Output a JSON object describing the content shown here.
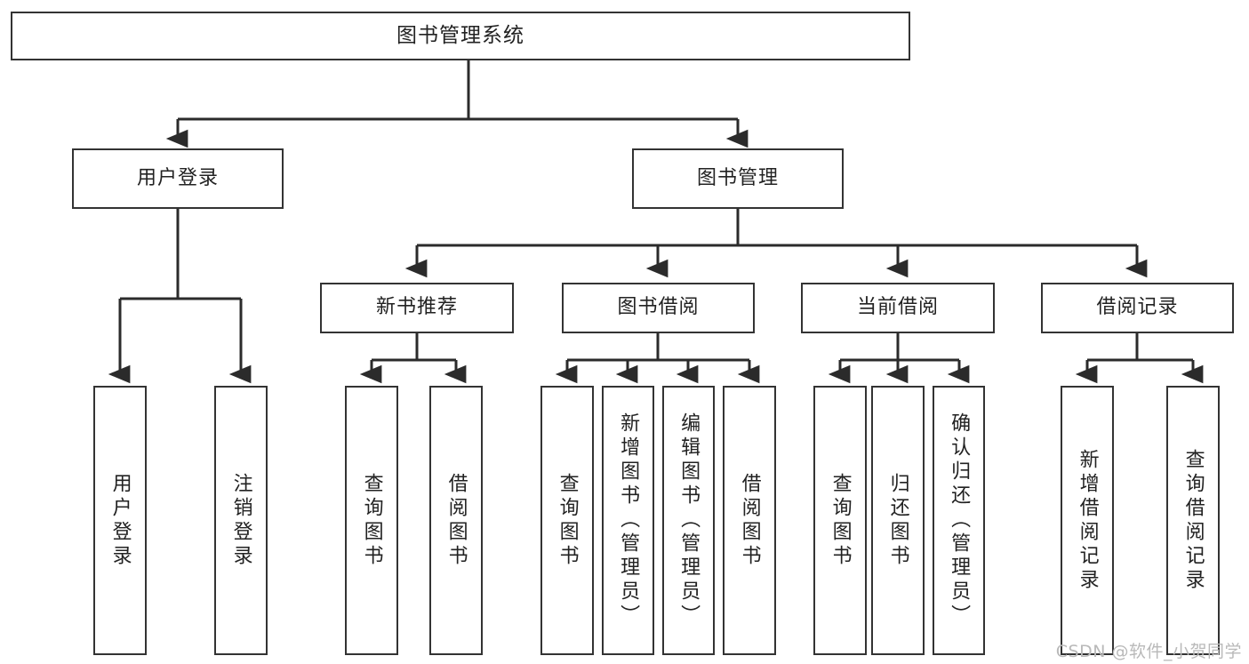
{
  "diagram": {
    "title": "图书管理系统",
    "type": "hierarchy-tree",
    "watermark": "CSDN @软件_小贺同学",
    "colors": {
      "border": "#333333",
      "background": "#ffffff",
      "text": "#222222",
      "edge": "#2b2b2b",
      "watermark": "#b9b9b9"
    },
    "nodes": {
      "root": {
        "label": "图书管理系统"
      },
      "level1": [
        {
          "id": "user-login",
          "label": "用户登录"
        },
        {
          "id": "book-manage",
          "label": "图书管理"
        }
      ],
      "level2": [
        {
          "id": "new-book-recommend",
          "label": "新书推荐",
          "parent": "book-manage"
        },
        {
          "id": "book-borrow",
          "label": "图书借阅",
          "parent": "book-manage"
        },
        {
          "id": "current-borrow",
          "label": "当前借阅",
          "parent": "book-manage"
        },
        {
          "id": "borrow-record",
          "label": "借阅记录",
          "parent": "book-manage"
        }
      ],
      "leaves": [
        {
          "id": "leaf-user-login",
          "label": "用户登录",
          "parent": "user-login"
        },
        {
          "id": "leaf-logout-login",
          "label": "注销登录",
          "parent": "user-login"
        },
        {
          "id": "leaf-query-book-1",
          "label": "查询图书",
          "parent": "new-book-recommend"
        },
        {
          "id": "leaf-borrow-book-1",
          "label": "借阅图书",
          "parent": "new-book-recommend"
        },
        {
          "id": "leaf-query-book-2",
          "label": "查询图书",
          "parent": "book-borrow"
        },
        {
          "id": "leaf-add-book",
          "label": "新增图书（管理员）",
          "parent": "book-borrow"
        },
        {
          "id": "leaf-edit-book",
          "label": "编辑图书（管理员）",
          "parent": "book-borrow"
        },
        {
          "id": "leaf-borrow-book-2",
          "label": "借阅图书",
          "parent": "book-borrow"
        },
        {
          "id": "leaf-query-book-3",
          "label": "查询图书",
          "parent": "current-borrow"
        },
        {
          "id": "leaf-return-book",
          "label": "归还图书",
          "parent": "current-borrow"
        },
        {
          "id": "leaf-confirm-return",
          "label": "确认归还（管理员）",
          "parent": "current-borrow"
        },
        {
          "id": "leaf-add-record",
          "label": "新增借阅记录",
          "parent": "borrow-record"
        },
        {
          "id": "leaf-query-record",
          "label": "查询借阅记录",
          "parent": "borrow-record"
        }
      ]
    }
  }
}
